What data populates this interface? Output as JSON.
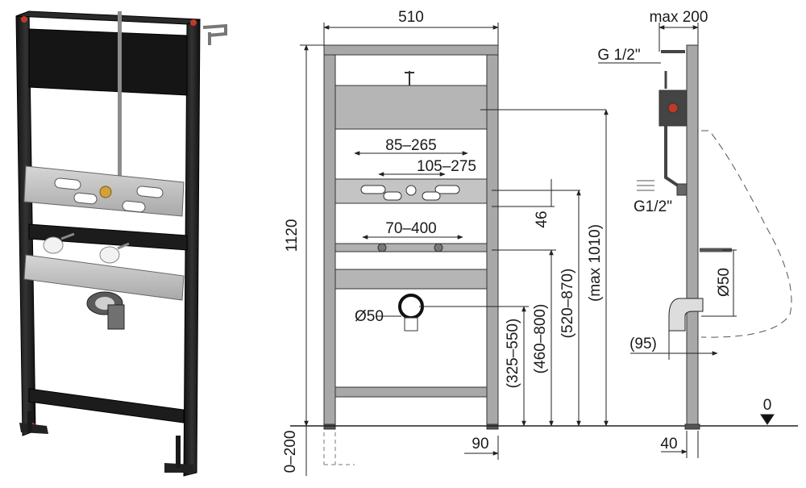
{
  "front_view": {
    "width": "510",
    "height": "1120",
    "mount_range": "0–200",
    "spacing_a": "85–265",
    "spacing_b": "105–275",
    "spacing_c": "70–400",
    "drain_diameter": "Ø50",
    "leg_width": "90",
    "height_46": "46",
    "height_325_550": "(325–550)",
    "height_460_800": "(460–800)",
    "height_520_870": "(520–870)",
    "height_max_1010": "(max 1010)"
  },
  "side_view": {
    "depth_max": "max 200",
    "water_in_top": "G 1/2\"",
    "water_in_side": "G1/2\"",
    "drain_diameter": "Ø50",
    "drain_offset": "(95)",
    "base_width": "40",
    "floor_level": "0"
  },
  "colors": {
    "frame_black": "#1c1c1c",
    "frame_gray": "#9a9a9a",
    "plate_gray": "#bdbdbd",
    "accent_red": "#c0392b",
    "line": "#222222"
  }
}
